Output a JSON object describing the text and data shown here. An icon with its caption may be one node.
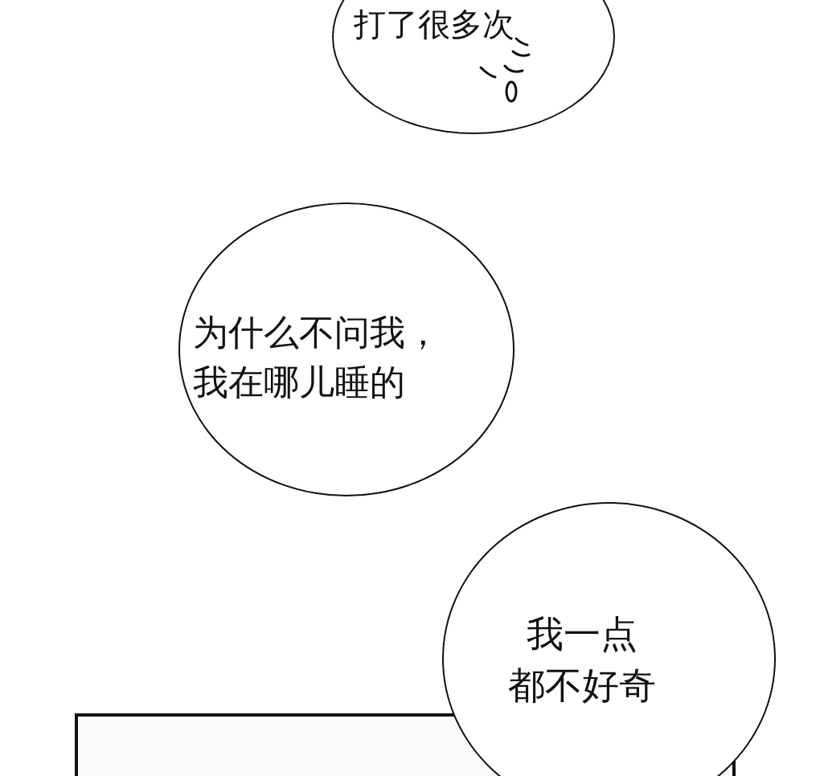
{
  "diagram": {
    "nodes": [
      {
        "text": [
          "打了很多次"
        ]
      },
      {
        "text": [
          "为什么不问我，我在哪儿睡的"
        ]
      },
      {
        "text": [
          "我一点都不好奇"
        ]
      }
    ]
  }
}
